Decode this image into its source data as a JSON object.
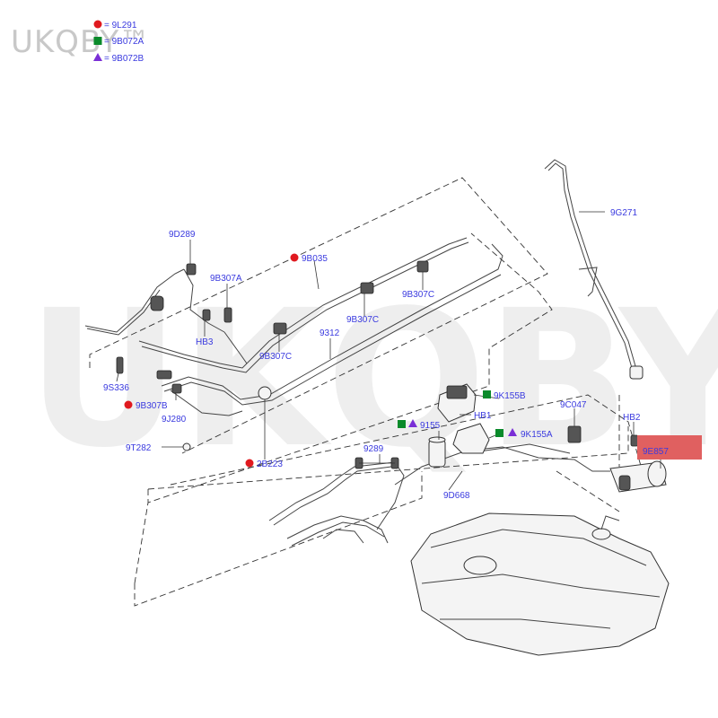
{
  "watermark": {
    "corner": "UKQBY™",
    "center": "UKQBY™"
  },
  "legend": [
    {
      "marker": "circle",
      "color": "#e0191f",
      "text": "= 9L291"
    },
    {
      "marker": "square",
      "color": "#0a8a2a",
      "text": "= 9B072A"
    },
    {
      "marker": "triangle",
      "color": "#7a2fd6",
      "text": "= 9B072B"
    }
  ],
  "callouts": {
    "p9D289": "9D289",
    "p9B307A": "9B307A",
    "p9B035": "9B035",
    "p9B307C_1": "9B307C",
    "p9B307C_2": "9B307C",
    "p9B307C_3": "9B307C",
    "p9312": "9312",
    "pHB3": "HB3",
    "p9S336": "9S336",
    "p9B307B": "9B307B",
    "p9J280": "9J280",
    "p9T282": "9T282",
    "p2B223": "2B223",
    "p9K155B": "9K155B",
    "pHB1": "HB1",
    "p9155": "9155",
    "p9K155A": "9K155A",
    "p9289": "9289",
    "p9D668": "9D668",
    "p9G271": "9G271",
    "p9C047": "9C047",
    "pHB2": "HB2",
    "p9E857": "9E857"
  },
  "colors": {
    "red": "#e0191f",
    "green": "#0a8a2a",
    "purple": "#7a2fd6",
    "highlight": "#e06060"
  }
}
